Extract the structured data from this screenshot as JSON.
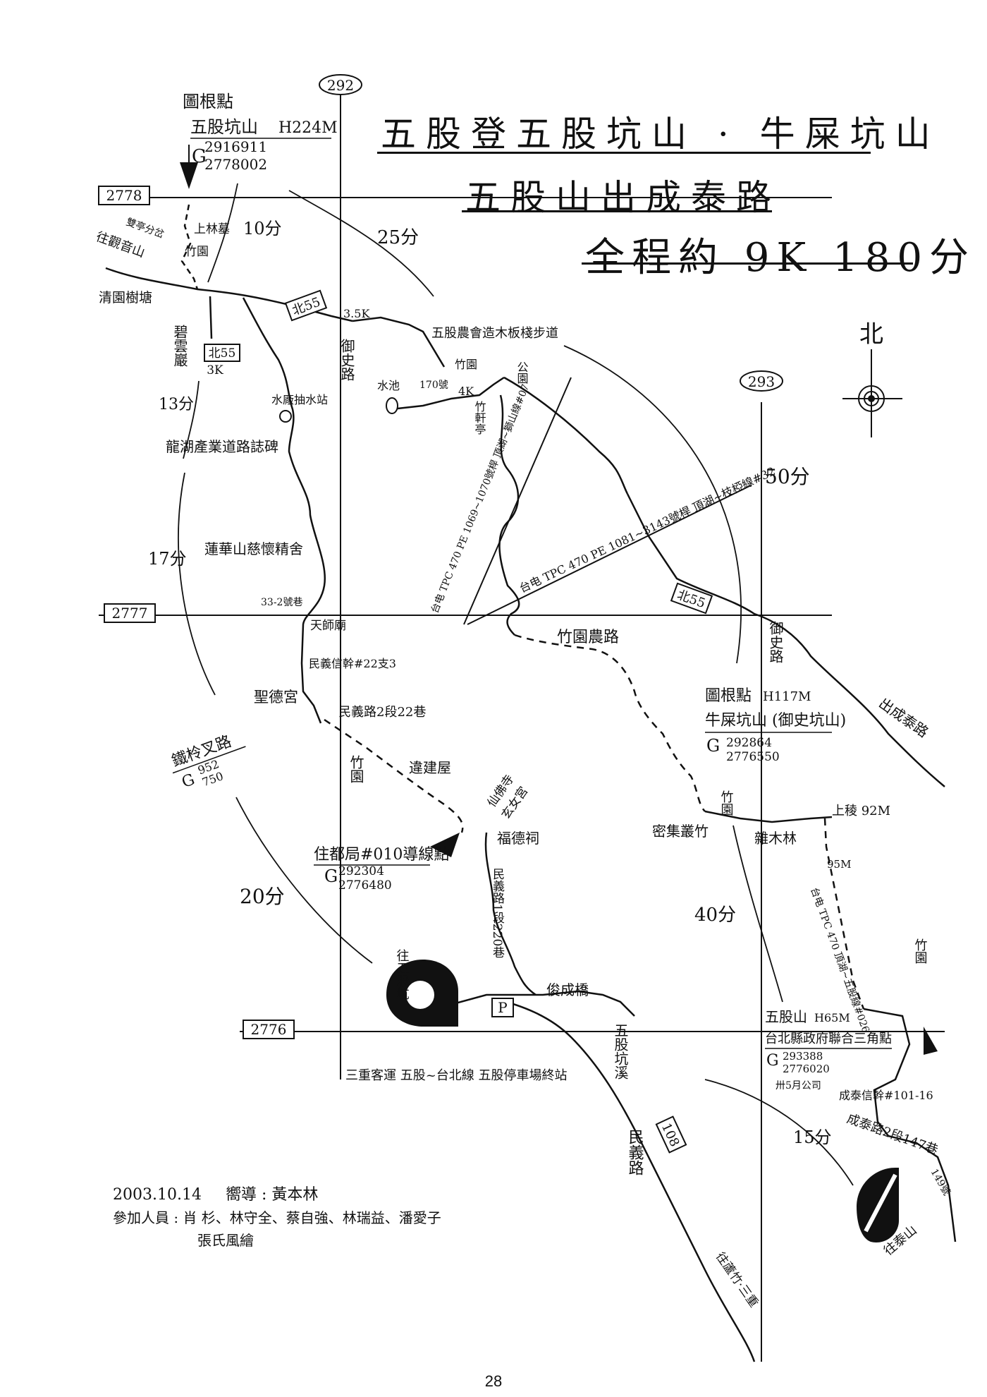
{
  "title": {
    "line1": "五股登五股坑山 · 牛屎坑山",
    "line2": "五股山出成泰路",
    "line3": "全程約 9K 180分"
  },
  "grid": {
    "easting_top": "292",
    "easting_right": "293",
    "northing_top": "2778",
    "northing_mid": "2777",
    "northing_bottom": "2776"
  },
  "north": "北",
  "points": {
    "wugu_peak": {
      "label": "圖根點",
      "name": "五股坑山",
      "height": "H224M",
      "g": "G",
      "coord1": "2916911",
      "coord2": "2778002"
    },
    "niushi_peak": {
      "label": "圖根點",
      "height": "H117M",
      "name": "牛屎坑山 (御史坑山)",
      "g": "G",
      "coord1": "292864",
      "coord2": "2776550"
    },
    "wugushan": {
      "name": "五股山",
      "height": "H65M",
      "desc": "台北縣政府聯合三角點",
      "g": "G",
      "coord1": "293388",
      "coord2": "2776020"
    },
    "zhudu": {
      "label": "住都局#010導線點",
      "g": "G",
      "coord1": "292304",
      "coord2": "2776480"
    },
    "tiechao": {
      "name": "鐵柃叉路",
      "g": "G",
      "coord1": "952",
      "coord2": "750"
    }
  },
  "roads": {
    "bei55_a": "北55",
    "bei55_b": "北55",
    "bei55_c": "北55",
    "bei55_3k": "3K",
    "r108": "108",
    "yushi_road": "御史路",
    "yushi_road2": "御史路",
    "minyi_road": "民義路",
    "minyi_1": "民義路1段220巷",
    "minyi_2_22": "民義路2段22巷",
    "chengtai_road": "出成泰路",
    "chengtai_147": "成泰路2段147巷",
    "farm_road": "竹園農路",
    "longhu": "龍湖產業道路誌碑"
  },
  "labels": {
    "to_guanyin": "往觀音山",
    "twin_temple": "雙亭分岔",
    "forest_grave": "上林墓",
    "bamboo": "竹園",
    "qingyuan": "清園樹塘",
    "biyan": "碧雲巖",
    "pump": "水廠抽水站",
    "lotus": "蓮華山慈懷精舍",
    "n33": "33-2號巷",
    "tianshi": "天師廟",
    "minyi_xinsan": "民義信幹#22支3",
    "shengde": "聖德宮",
    "bamboo_yard": "竹園",
    "shack": "違建屋",
    "xianfo": "仙佛寺",
    "xuannu": "玄女宮",
    "fude": "福德祠",
    "pond": "水池",
    "n170": "170號",
    "k4": "4K",
    "k35": "3.5K",
    "zhuxuan": "竹軒亭",
    "boardwalk": "五股農會造木板棧步道",
    "park": "公園",
    "bamboo_g": "竹園",
    "tpc470": "台电 TPC 470 PE 1069~1070號桿 頂湖~獅山線#07",
    "tpc470b": "台电 TPC 470 PE 1081~3143號桿 頂湖~枝椏線#32",
    "miscforest": "雜木林",
    "bamboo_cluster": "密集叢竹",
    "upper_peak": "上稜 92M",
    "m95": "95M",
    "tpc_line3": "台电 TPC 470 頂湖~五股線#026",
    "bamboo_r": "竹園",
    "junchengqiao": "俊成橋",
    "wugu_creek": "五股坑溪",
    "to_wugukeng": "往五股坑",
    "bus_stop": "三重客運 五股~台北線 五股停車場終站",
    "parking": "P",
    "to_luzhou": "往蘆竹·三重",
    "company": "卅5月公司",
    "chengtai_xin": "成泰信幹#101-16",
    "to_taishan": "往泰山",
    "n149": "149號",
    "bamboo_yuan": "竹園"
  },
  "times": {
    "t10": "10分",
    "t25": "25分",
    "t13": "13分",
    "t17": "17分",
    "t20": "20分",
    "t50": "50分",
    "t40": "40分",
    "t15": "15分"
  },
  "credits": {
    "date": "2003.10.14",
    "guide": "嚮導 : 黃本林",
    "members": "參加人員 : 肖 杉、林守全、蔡自強、林瑞益、潘愛子",
    "drawer": "張氏風繪"
  },
  "page_number": "28"
}
